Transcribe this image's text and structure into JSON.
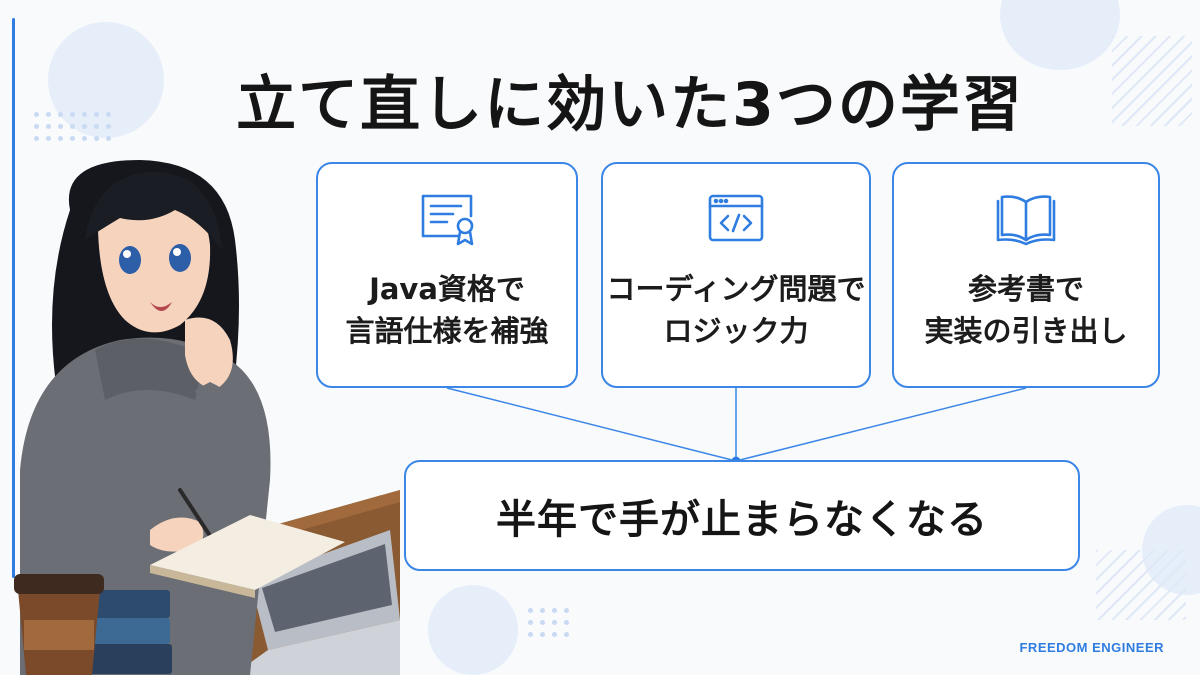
{
  "title": "立て直しに効いた3つの学習",
  "cards": [
    {
      "icon": "certificate-icon",
      "lines": [
        "Java資格で",
        "言語仕様を補強"
      ]
    },
    {
      "icon": "code-window-icon",
      "lines": [
        "コーディング問題で",
        "ロジック力"
      ]
    },
    {
      "icon": "open-book-icon",
      "lines": [
        "参考書で",
        "実装の引き出し"
      ]
    }
  ],
  "result": "半年で手が止まらなくなる",
  "brand": "FREEDOM ENGINEER",
  "colors": {
    "accent": "#2f7de1",
    "border": "#3b86e6",
    "background": "#f8fafc"
  },
  "illustration": "woman-studying-at-desk-illustration"
}
